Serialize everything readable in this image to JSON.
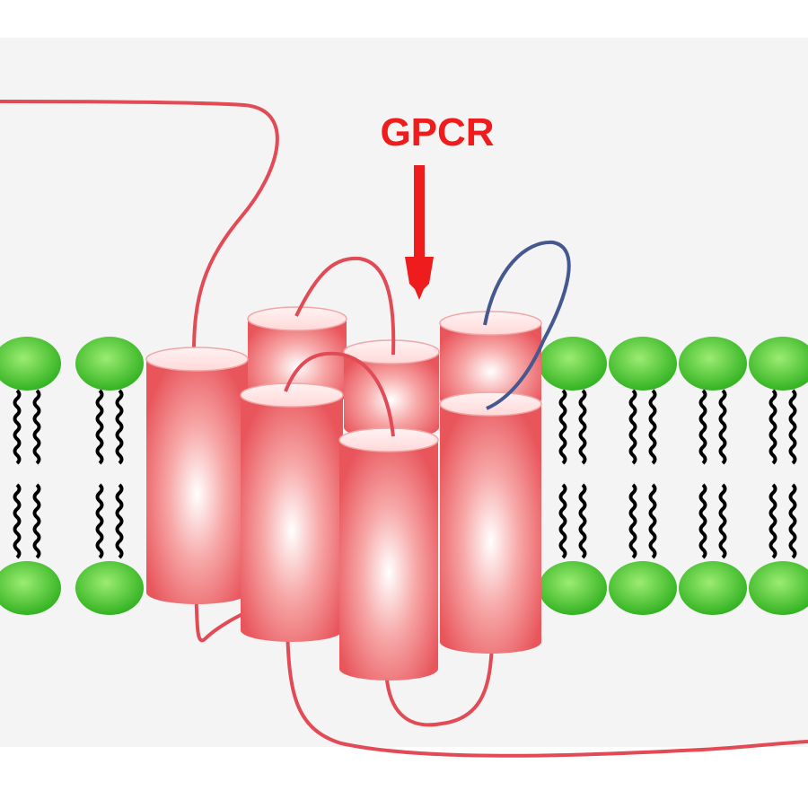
{
  "diagram": {
    "label": "GPCR",
    "colors": {
      "label": "#ee1c1c",
      "helix_light": "#ffffff",
      "helix_mid": "#f7a9a9",
      "helix_dark": "#e8555b",
      "strand": "#e24a55",
      "blue_loop": "#45598f",
      "head_light": "#9cec72",
      "head_dark": "#33b322",
      "tail": "#000000",
      "background": "#f4f4f4"
    },
    "icons": {
      "arrow": "down-arrow-icon",
      "lipid_head": "ellipse",
      "lipid_tail": "wavy-line"
    }
  }
}
